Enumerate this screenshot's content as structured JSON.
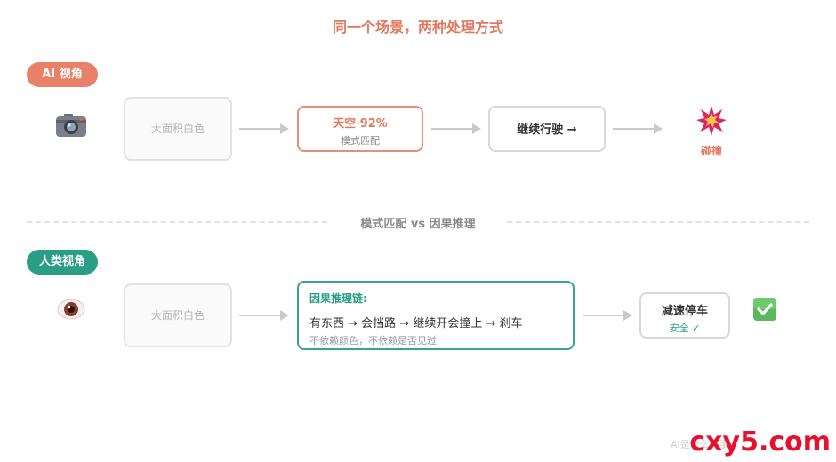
{
  "title": "同一个场景，两种处理方式",
  "ai_row": {
    "label": "AI 视角",
    "input_box": "大面积白色",
    "match_box": {
      "title": "天空 92%",
      "subtitle": "模式匹配"
    },
    "action_box": "继续行驶 →",
    "result_label": "碰撞",
    "icons": [
      "camera-icon",
      "collision-icon"
    ]
  },
  "divider_label": "模式匹配 vs 因果推理",
  "human_row": {
    "label": "人类视角",
    "input_box": "大面积白色",
    "reasoning_box": {
      "heading": "因果推理链:",
      "chain": "有东西 → 会挡路 → 继续开会撞上 → 刹车",
      "note": "不依赖颜色，不依赖是否见过"
    },
    "action_box": {
      "title": "减速停车",
      "subtitle": "安全 ✓"
    },
    "icons": [
      "eye-icon",
      "check-icon"
    ]
  },
  "watermark_faint": "AI是怎么回事",
  "watermark": "cxy5.com",
  "colors": {
    "orange": "#e8806a",
    "green": "#2a9d86",
    "gray": "#c9c9c9"
  }
}
